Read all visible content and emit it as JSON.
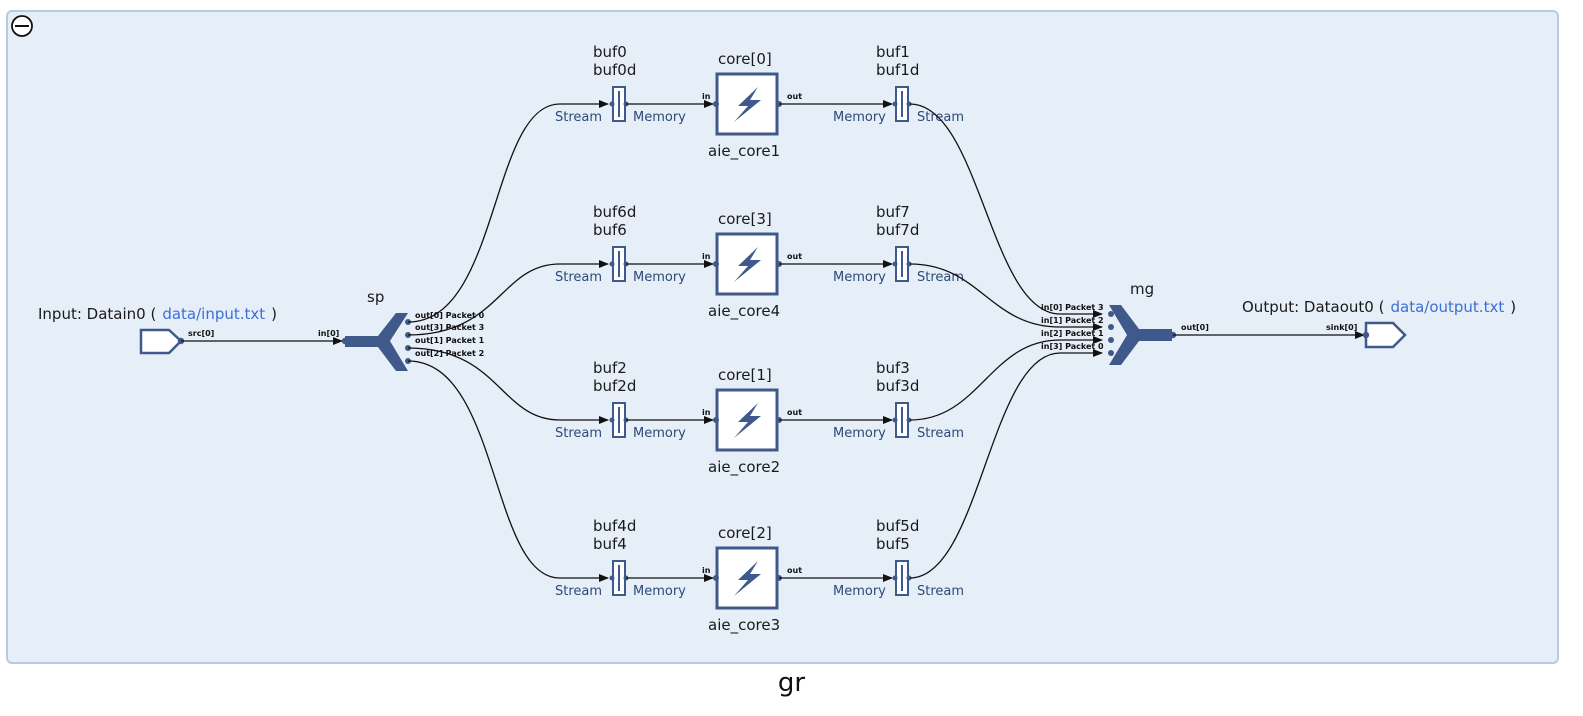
{
  "graph": {
    "title": "gr"
  },
  "colors": {
    "node": "#3f5a8a",
    "background": "#e6eef8",
    "border": "#b7cbe3",
    "link": "#3a6fd8"
  },
  "icons": {
    "collapse": "minus-circle-icon",
    "kernel": "lightning-icon"
  },
  "input": {
    "label": "Input: Datain0 (",
    "file": "data/input.txt",
    "close": ")",
    "port": "src[0]"
  },
  "output": {
    "label": "Output: Dataout0 (",
    "file": "data/output.txt",
    "close": ")",
    "port": "sink[0]"
  },
  "splitter": {
    "name": "sp",
    "in_port": "in[0]",
    "out_ports": [
      "out[0] Packet 0",
      "out[3] Packet 3",
      "out[1] Packet 1",
      "out[2] Packet 2"
    ]
  },
  "merger": {
    "name": "mg",
    "out_port": "out[0]",
    "in_ports": [
      "in[0] Packet 3",
      "in[1] Packet 2",
      "in[2] Packet 1",
      "in[3] Packet 0"
    ]
  },
  "buffer_labels": {
    "stream": "Stream",
    "memory": "Memory"
  },
  "kernel_ports": {
    "in": "in",
    "out": "out"
  },
  "rows": [
    {
      "in_buf": [
        "buf0",
        "buf0d"
      ],
      "core": "core[0]",
      "kernel": "aie_core1",
      "out_buf": [
        "buf1",
        "buf1d"
      ]
    },
    {
      "in_buf": [
        "buf6d",
        "buf6"
      ],
      "core": "core[3]",
      "kernel": "aie_core4",
      "out_buf": [
        "buf7",
        "buf7d"
      ]
    },
    {
      "in_buf": [
        "buf2",
        "buf2d"
      ],
      "core": "core[1]",
      "kernel": "aie_core2",
      "out_buf": [
        "buf3",
        "buf3d"
      ]
    },
    {
      "in_buf": [
        "buf4d",
        "buf4"
      ],
      "core": "core[2]",
      "kernel": "aie_core3",
      "out_buf": [
        "buf5d",
        "buf5"
      ]
    }
  ]
}
